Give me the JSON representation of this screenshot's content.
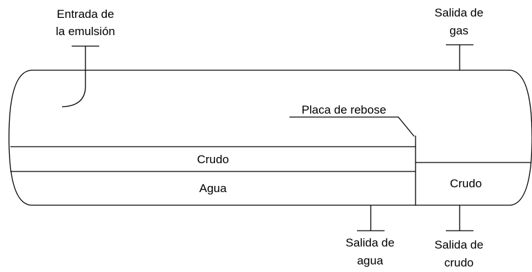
{
  "labels": {
    "inlet_line1": "Entrada de",
    "inlet_line2": "la emulsión",
    "gas_outlet_line1": "Salida de",
    "gas_outlet_line2": "gas",
    "weir_plate": "Placa de rebose",
    "oil_layer_main": "Crudo",
    "water_layer": "Agua",
    "oil_compartment": "Crudo",
    "water_outlet_line1": "Salida de",
    "water_outlet_line2": "agua",
    "oil_outlet_line1": "Salida de",
    "oil_outlet_line2": "crudo"
  }
}
